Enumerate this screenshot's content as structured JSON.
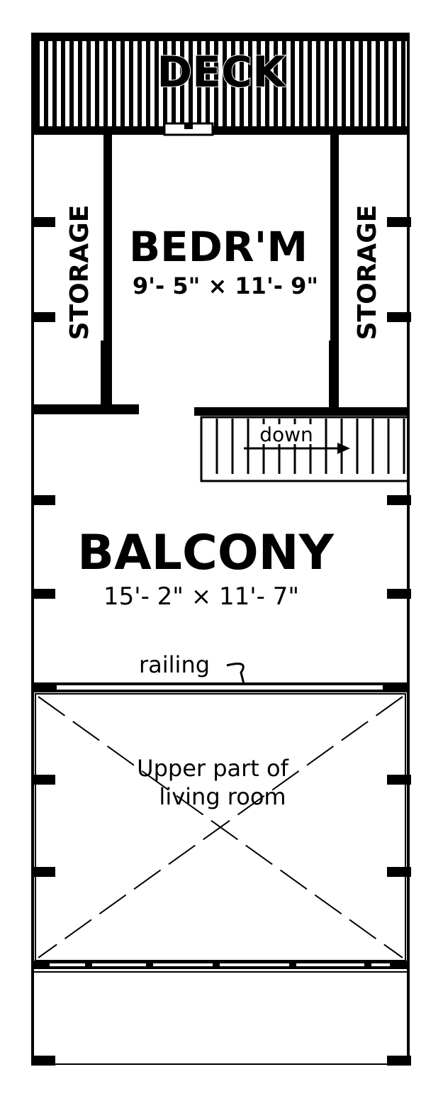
{
  "plan": {
    "deck": {
      "label": "DECK"
    },
    "bedroom": {
      "label": "BEDR'M",
      "dims": "9'- 5\" × 11'- 9\""
    },
    "storage_left": {
      "label": "STORAGE"
    },
    "storage_right": {
      "label": "STORAGE"
    },
    "stairs": {
      "label": "down"
    },
    "balcony": {
      "label": "BALCONY",
      "dims": "15'- 2\" × 11'- 7\""
    },
    "railing": {
      "label": "railing"
    },
    "open_to_below": {
      "line1": "Upper part of",
      "line2": "living room"
    }
  },
  "colors": {
    "ink": "#000000",
    "paper": "#ffffff"
  }
}
